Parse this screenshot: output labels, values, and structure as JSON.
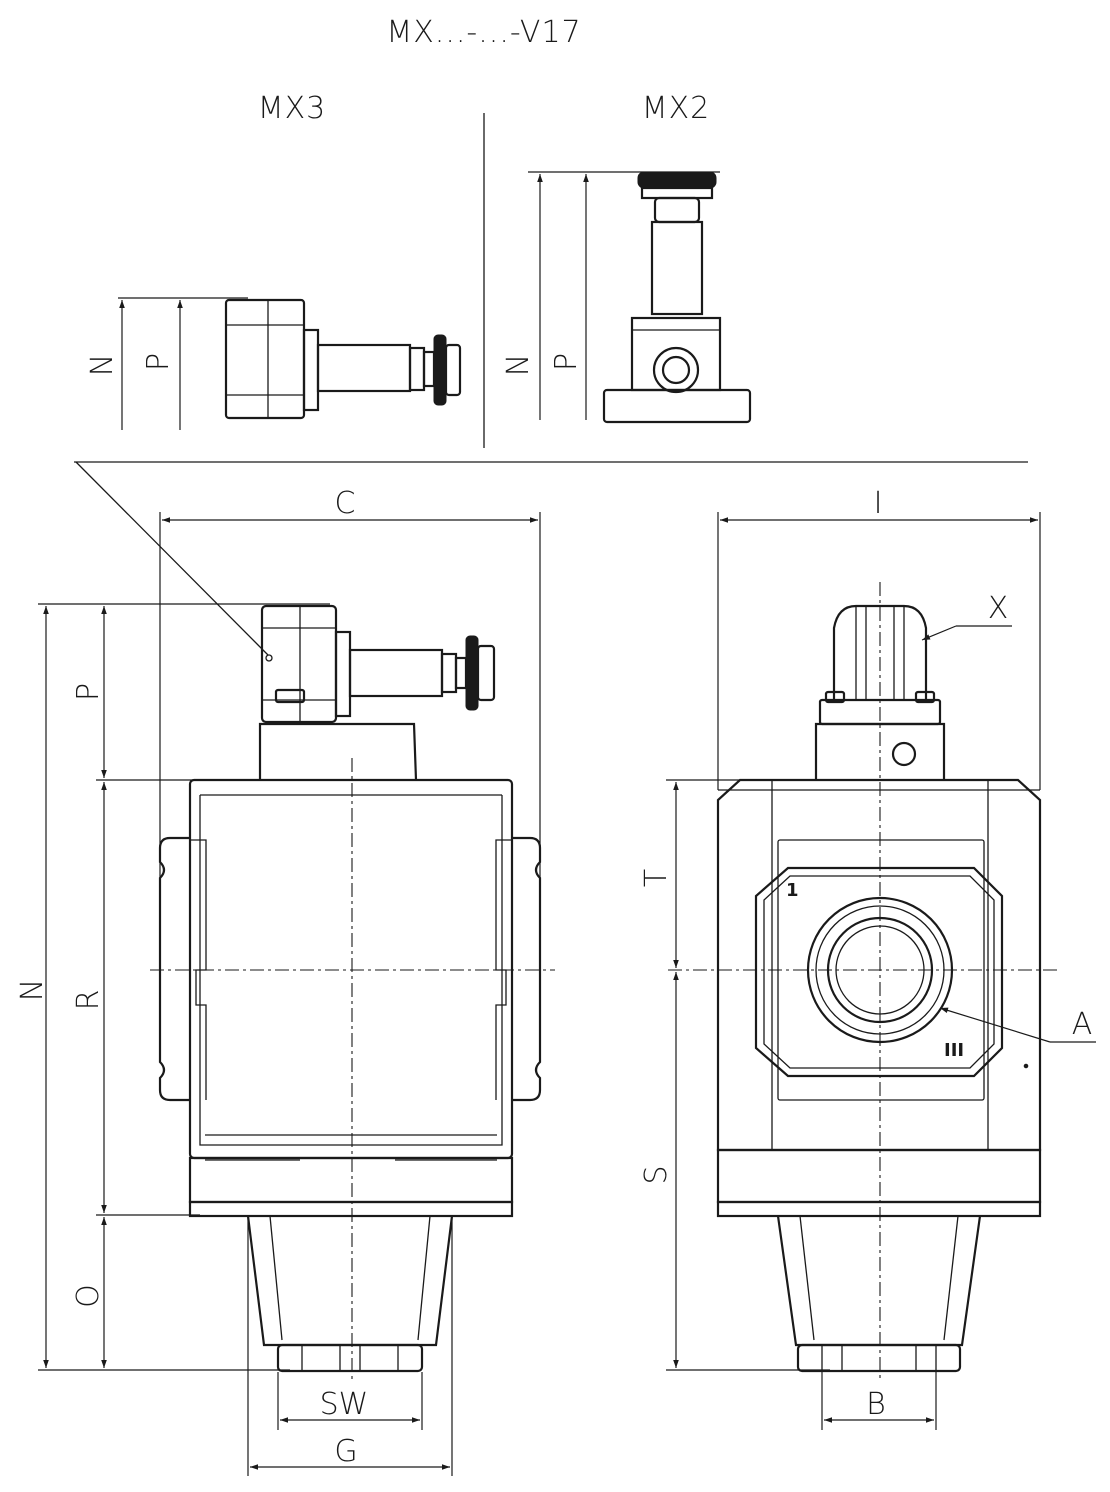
{
  "title": "MX...-...-V17",
  "views": {
    "mx3": "MX3",
    "mx2": "MX2"
  },
  "dimensions": {
    "C": "C",
    "I": "I",
    "N": "N",
    "P": "P",
    "R": "R",
    "O": "O",
    "T": "T",
    "S": "S",
    "SW": "SW",
    "G": "G",
    "B": "B"
  },
  "callouts": {
    "X": "X",
    "A": "A"
  },
  "port_marks": {
    "inlet": "1",
    "outlet": "III"
  }
}
